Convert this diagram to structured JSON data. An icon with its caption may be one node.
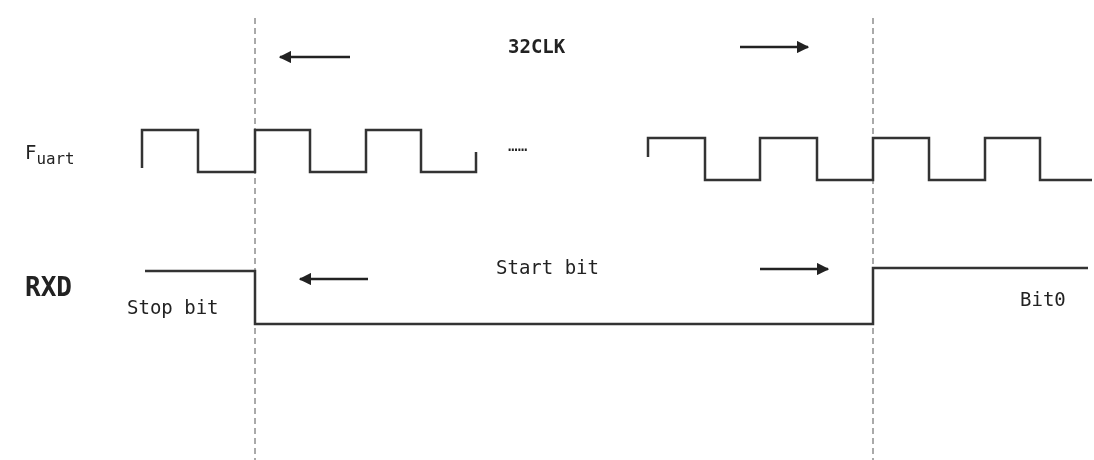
{
  "diagram": {
    "labels": [
      "32CLK",
      "F$_{uart}$",
      "……",
      "RXD",
      "Start bit",
      "Stop bit",
      "Bit0"
    ]
  }
}
